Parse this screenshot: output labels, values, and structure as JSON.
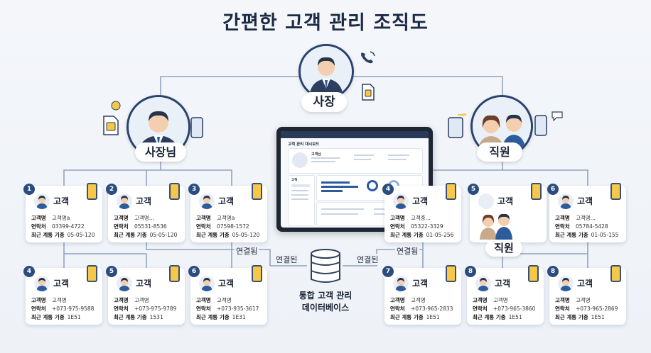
{
  "title": "간편한 고객 관리 조직도",
  "nodes": {
    "ceo": "사장",
    "manager": "사장님",
    "staff": "직원",
    "staff_small": "직원"
  },
  "edge_labels": [
    "연결됨",
    "연결된",
    "연결된",
    "연결됨"
  ],
  "database": {
    "line1": "통합 고객 관리",
    "line2": "데이터베이스"
  },
  "card_title": "고객",
  "cards_top": [
    {
      "num": "1",
      "rows": [
        [
          "고객명",
          "고객명a"
        ],
        [
          "연락처",
          "03399-4722"
        ]
      ],
      "last": [
        "최근 계통 기종",
        "05-05-120"
      ]
    },
    {
      "num": "2",
      "rows": [
        [
          "고객명",
          "고객명..."
        ],
        [
          "연락처",
          "05531-8536"
        ]
      ],
      "last": [
        "최근 계통 기종",
        "05-05-120"
      ]
    },
    {
      "num": "3",
      "rows": [
        [
          "고객명",
          "고객명a"
        ],
        [
          "연락처",
          "07598-1572"
        ]
      ],
      "last": [
        "최근 계통 기종",
        "05-05-120"
      ]
    },
    {
      "num": "4",
      "rows": [
        [
          "고객명",
          "고객중..."
        ],
        [
          "연락처",
          "05322-3329"
        ]
      ],
      "last": [
        "최근 계통 기종",
        "01-05-256"
      ]
    },
    {
      "num": "6",
      "rows": [
        [
          "고객명",
          "고객명..."
        ],
        [
          "연락처",
          "05784-5428"
        ]
      ],
      "last": [
        "최근 계통 기종",
        "01-05-155"
      ]
    }
  ],
  "cards_bottom": [
    {
      "num": "4",
      "rows": [
        [
          "고객명",
          "고객명"
        ],
        [
          "연락처",
          "+073-975-9588"
        ]
      ],
      "last": [
        "최근 계통 기종",
        "1E51"
      ]
    },
    {
      "num": "5",
      "rows": [
        [
          "고객명",
          "고객명"
        ],
        [
          "연락처",
          "+073-975-9789"
        ]
      ],
      "last": [
        "최근 계통 기종",
        "1531"
      ]
    },
    {
      "num": "6",
      "rows": [
        [
          "고객명",
          "고객명"
        ],
        [
          "연락처",
          "+073-935-3617"
        ]
      ],
      "last": [
        "최근 계통 기종",
        "1E31"
      ]
    },
    {
      "num": "7",
      "rows": [
        [
          "고객명",
          "고객명"
        ],
        [
          "연락처",
          "+073-965-2833"
        ]
      ],
      "last": [
        "최근 계통 기종",
        "1E51"
      ]
    },
    {
      "num": "8",
      "rows": [
        [
          "고객명",
          "고객명"
        ],
        [
          "연락처",
          "+073-965-3860"
        ]
      ],
      "last": [
        "최근 계통 기종",
        "1E51"
      ]
    },
    {
      "num": "8",
      "rows": [
        [
          "고객명",
          "고객명"
        ],
        [
          "연락처",
          "+073-965-2869"
        ]
      ],
      "last": [
        "최근 계통 기종",
        "1E51"
      ]
    }
  ],
  "staff_card_num": "5",
  "monitor": {
    "app_name": "고객 관리 대시보드",
    "profile_name": "고객님",
    "menu_title": "고객"
  },
  "colors": {
    "line": "#7f93b2",
    "node_border": "#27436e",
    "badge": "#2b4c7e",
    "accent": "#f6c84a"
  }
}
